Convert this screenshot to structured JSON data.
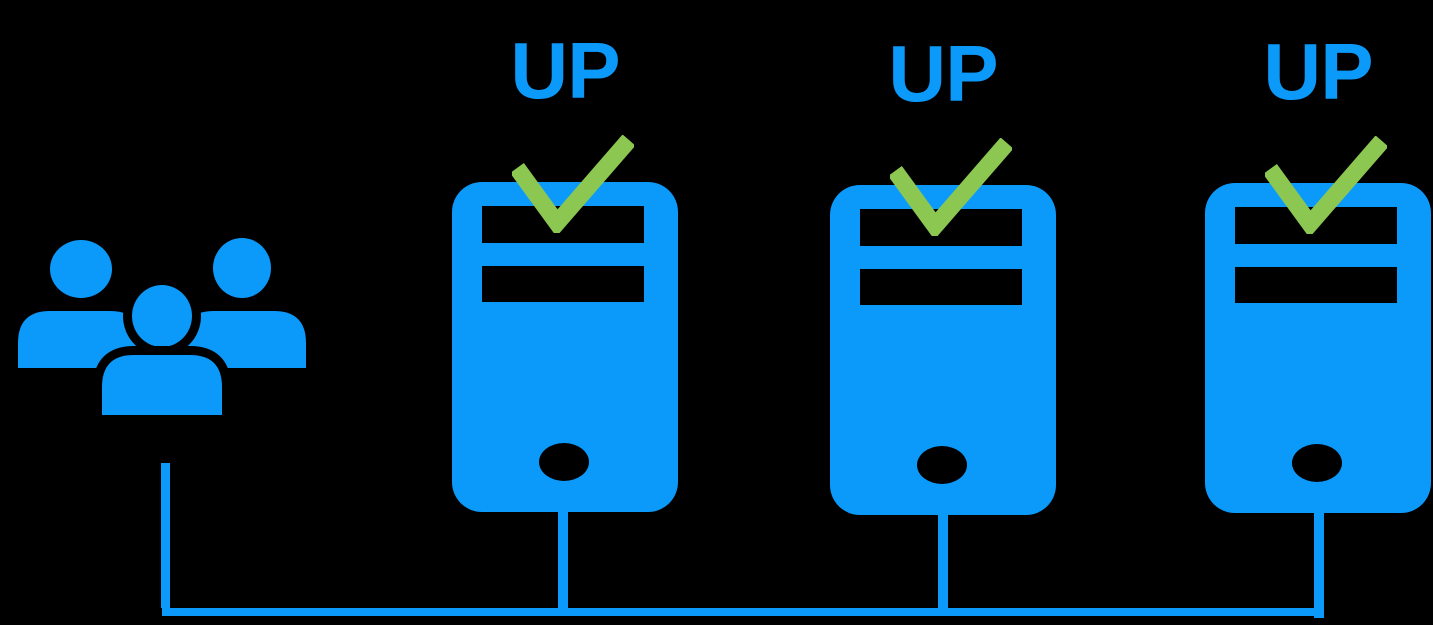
{
  "diagram": {
    "title": "servers-up-topology",
    "background_color": "#000000",
    "colors": {
      "blue": "#0B99FA",
      "green": "#8CC752",
      "background": "#000000",
      "cutout": "#000000"
    }
  },
  "clients": {
    "icon": "users-group-icon"
  },
  "network": {
    "icon": "bus-connection-lines"
  },
  "servers": [
    {
      "status_label": "UP",
      "status_icon": "checkmark-icon"
    },
    {
      "status_label": "UP",
      "status_icon": "checkmark-icon"
    },
    {
      "status_label": "UP",
      "status_icon": "checkmark-icon"
    }
  ]
}
